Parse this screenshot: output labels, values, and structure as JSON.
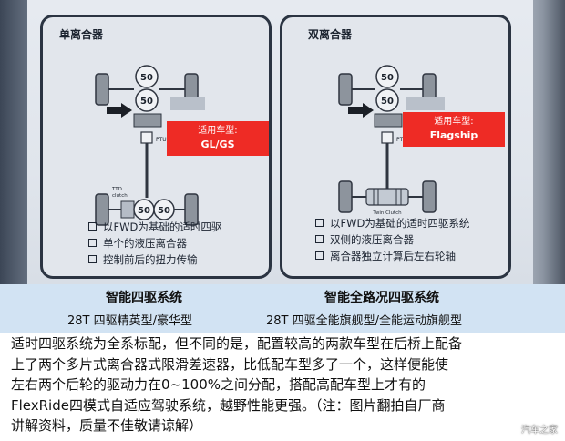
{
  "left_panel": {
    "title": "单离合器",
    "ptu_label": "PTU",
    "ttd_label": "TTD\nclutch",
    "front_split": [
      "50",
      "50"
    ],
    "rear_split": [
      "50",
      "50"
    ],
    "badge_label": "适用车型:",
    "badge_value": "GL/GS",
    "features": [
      "以FWD为基础的适时四驱",
      "单个的液压离合器",
      "控制前后的扭力传输"
    ]
  },
  "right_panel": {
    "title": "双离合器",
    "ptu_label": "PTU",
    "twin_clutch_label": "Twin Clutch",
    "front_split": [
      "50",
      "50"
    ],
    "badge_label": "适用车型:",
    "badge_value": "Flagship",
    "features": [
      "以FWD为基础的适时四驱系统",
      "双侧的液压离合器",
      "离合器独立计算后左右轮轴"
    ]
  },
  "caption": {
    "left_title": "智能四驱系统",
    "left_sub": "28T 四驱精英型/豪华型",
    "right_title": "智能全路况四驱系统",
    "right_sub": "28T 四驱全能旗舰型/全能运动旗舰型"
  },
  "body_lines": [
    "适时四驱系统为全系标配，但不同的是，配置较高的两款车型在后桥上配备",
    "上了两个多片式离合器式限滑差速器，比低配车型多了一个，这样便能使",
    "左右两个后轮的驱动力在0~100%之间分配，搭配高配车型上才有的",
    "FlexRide四模式自适应驾驶系统，越野性能更强。（注：图片翻拍自厂商",
    "讲解资料，质量不佳敬请谅解）"
  ],
  "watermark": "汽车之家",
  "colors": {
    "badge": "#ee2b25",
    "caption_band": "#d2e3f3",
    "panel_border": "#2b3442"
  }
}
